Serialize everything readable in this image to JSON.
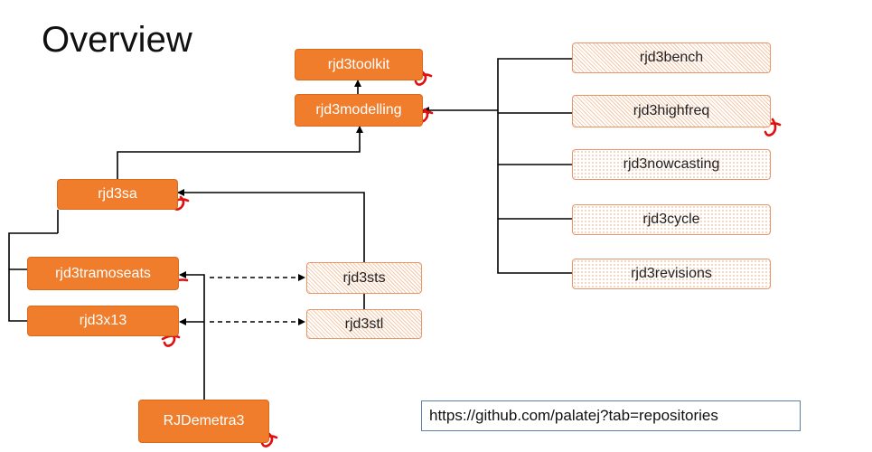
{
  "title": "Overview",
  "nodes": {
    "toolkit": "rjd3toolkit",
    "modelling": "rjd3modelling",
    "sa": "rjd3sa",
    "tramoseats": "rjd3tramoseats",
    "x13": "rjd3x13",
    "rjdemetra3": "RJDemetra3",
    "sts": "rjd3sts",
    "stl": "rjd3stl",
    "bench": "rjd3bench",
    "highfreq": "rjd3highfreq",
    "nowcasting": "rjd3nowcasting",
    "cycle": "rjd3cycle",
    "revisions": "rjd3revisions"
  },
  "url": "https://github.com/palatej?tab=repositories",
  "colors": {
    "solid": "#ef7d2c",
    "annotation": "#e01010"
  }
}
